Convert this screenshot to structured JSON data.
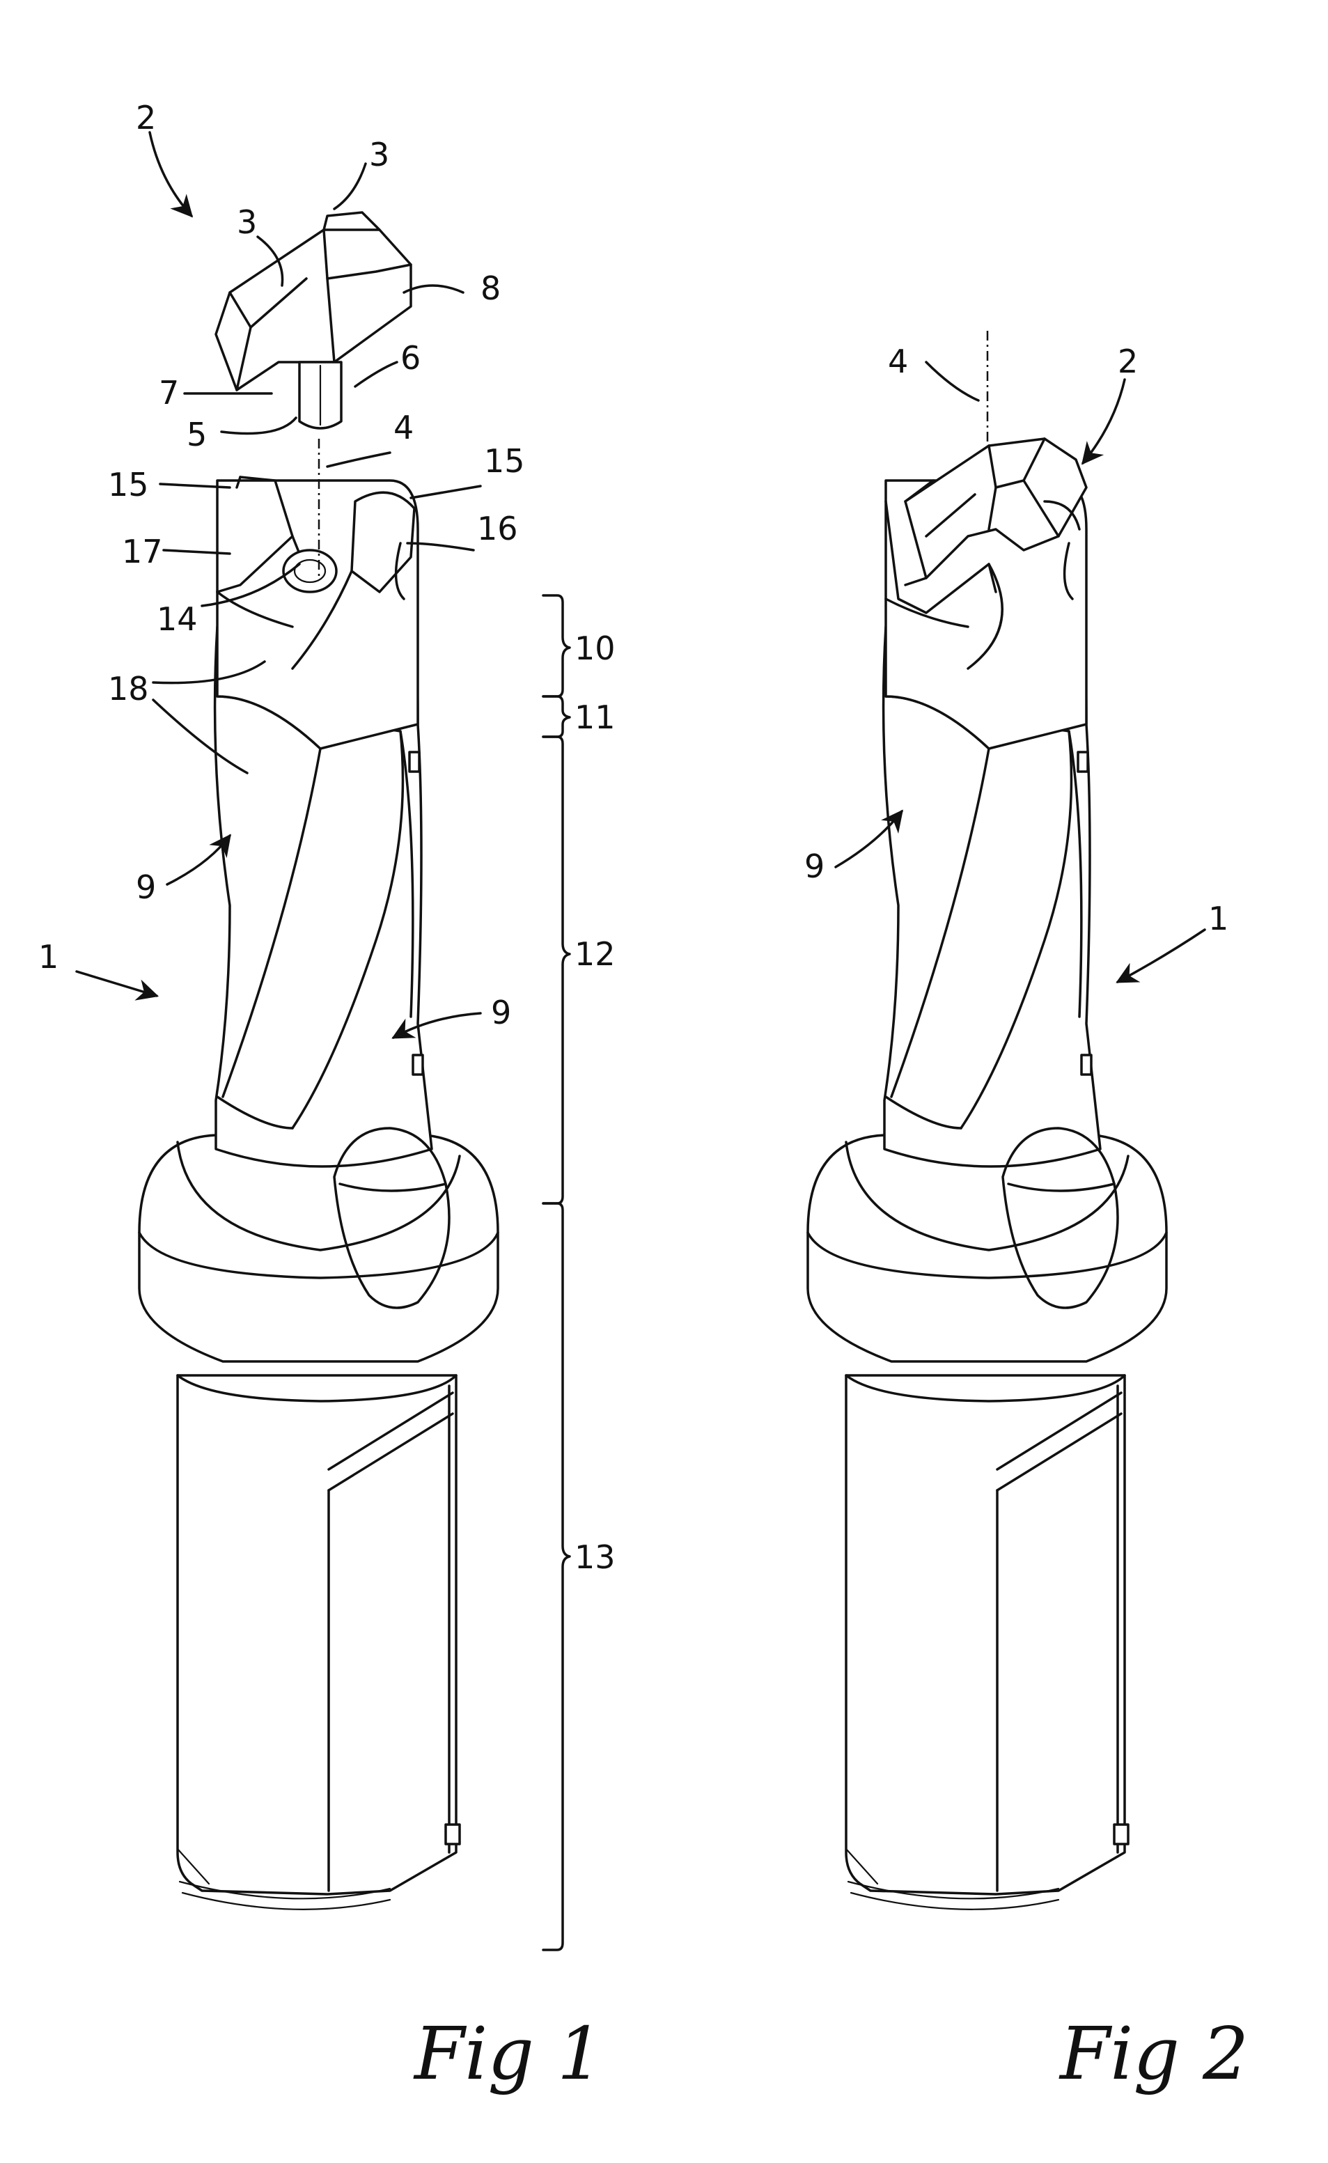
{
  "figures": [
    {
      "caption": "Fig 1",
      "labels": {
        "n1": "1",
        "n2": "2",
        "n3a": "3",
        "n3b": "3",
        "n4": "4",
        "n5": "5",
        "n6": "6",
        "n7": "7",
        "n8": "8",
        "n9a": "9",
        "n9b": "9",
        "n10": "10",
        "n11": "11",
        "n12": "12",
        "n13": "13",
        "n14": "14",
        "n15a": "15",
        "n15b": "15",
        "n16": "16",
        "n17": "17",
        "n18": "18"
      }
    },
    {
      "caption": "Fig 2",
      "labels": {
        "n1": "1",
        "n2": "2",
        "n4": "4",
        "n9": "9"
      }
    }
  ]
}
